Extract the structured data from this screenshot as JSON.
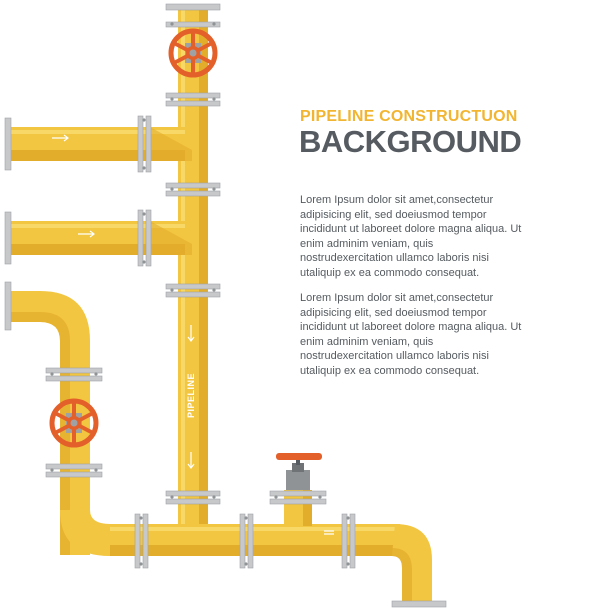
{
  "header": {
    "subtitle": "PIPELINE CONSTRUCTUON",
    "title": "BACKGROUND"
  },
  "paragraphs": [
    "Lorem Ipsum dolor sit amet,consectetur adipisicing elit, sed doeiusmod tempor incididunt ut laboreet dolore magna aliqua. Ut enim adminim veniam, quis nostrudexercitation ullamco laboris nisi utaliquip ex ea commodo consequat.",
    "Lorem Ipsum dolor sit amet,consectetur adipisicing elit, sed doeiusmod tempor incididunt ut laboreet dolore magna aliqua. Ut enim adminim veniam, quis nostrudexercitation ullamco laboris nisi utaliquip ex ea commodo consequat."
  ],
  "pipe_label": "PIPELINE",
  "colors": {
    "pipe": "#f2c640",
    "pipe_shadow": "#e3ad2c",
    "pipe_highlight": "#f8d968",
    "flange": "#c6c8ca",
    "valve_wheel": "#e4602a",
    "title_accent": "#f2b531",
    "title_dark": "#555b60"
  },
  "icons": [
    "gate-valve-wheel-icon",
    "gate-valve-wheel-icon",
    "handle-valve-icon"
  ]
}
